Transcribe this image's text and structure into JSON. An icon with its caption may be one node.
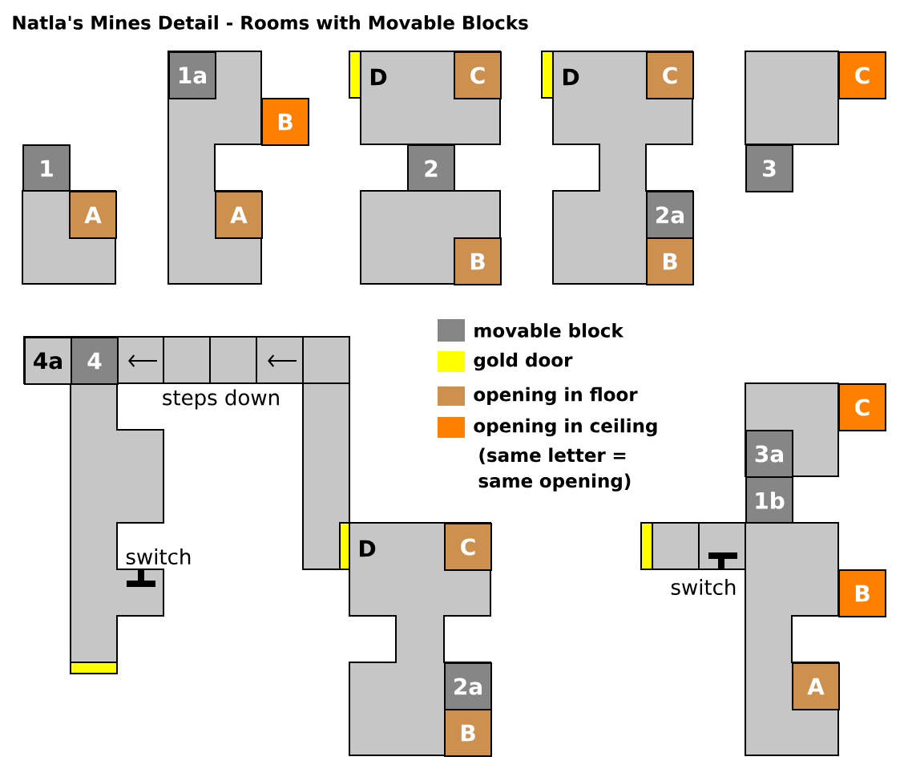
{
  "diagram": {
    "title": "Natla's Mines Detail - Rooms with Movable Blocks",
    "nodes": [
      {
        "text": [
          "1"
        ]
      },
      {
        "text": [],
        "shape": "box"
      },
      {
        "text": [
          "A"
        ],
        "in": 1
      },
      {
        "text": [],
        "shape": "box"
      },
      {
        "text": [
          "1a"
        ],
        "in": 3
      },
      {
        "text": [
          "B"
        ]
      },
      {
        "text": [
          "A"
        ],
        "in": 3
      },
      {
        "text": [
          "D"
        ]
      },
      {
        "text": [
          "C"
        ],
        "in": 7
      },
      {
        "text": [
          "2"
        ]
      },
      {
        "text": [],
        "shape": "box"
      },
      {
        "text": [
          "B"
        ],
        "in": 10
      },
      {
        "text": [
          "D"
        ]
      },
      {
        "text": [
          "C"
        ],
        "in": 12
      },
      {
        "text": [
          "2a"
        ],
        "in": 12
      },
      {
        "text": [
          "B"
        ],
        "in": 12
      },
      {
        "text": [],
        "shape": "box"
      },
      {
        "text": [
          "C"
        ]
      },
      {
        "text": [
          "3"
        ]
      },
      {
        "text": [],
        "shape": "box"
      },
      {
        "text": [
          "4a"
        ],
        "in": 19
      },
      {
        "text": [
          "4"
        ],
        "in": 19
      },
      {
        "text": [
          "D"
        ]
      },
      {
        "text": [
          "C"
        ],
        "in": 22
      },
      {
        "text": [
          "2a"
        ],
        "in": 22
      },
      {
        "text": [
          "B"
        ],
        "in": 22
      },
      {
        "text": [],
        "shape": "box"
      },
      {
        "text": [
          "C"
        ]
      },
      {
        "text": [
          "3a"
        ],
        "in": 26
      },
      {
        "text": [
          "1b"
        ]
      },
      {
        "text": [],
        "shape": "box"
      },
      {
        "text": [
          "B"
        ]
      },
      {
        "text": [
          "A"
        ],
        "in": 30
      }
    ],
    "labels": [
      "steps down",
      "(same letter = same opening)",
      "switch",
      "switch"
    ],
    "legend": [
      {
        "text": "movable block",
        "color": "#868686"
      },
      {
        "text": "gold door",
        "color": "#ffff00"
      },
      {
        "text": "opening in floor",
        "color": "#cd904f"
      },
      {
        "text": "opening in ceiling",
        "color": "#ff8000"
      }
    ]
  }
}
